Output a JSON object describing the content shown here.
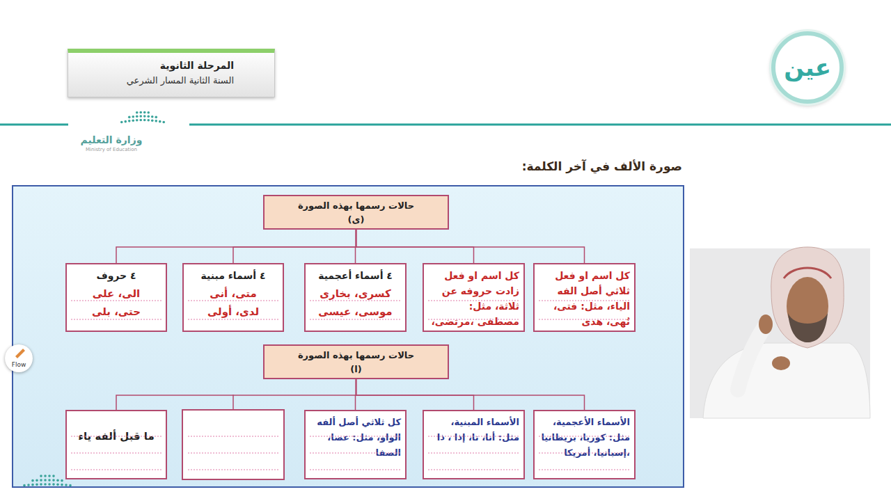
{
  "diagram": {
    "title": "صورة الألف في آخر الكلمة:",
    "nodes": [
      {
        "text": [
          "المرحلة الثانوية",
          "السنة الثانية المسار الشرعي"
        ]
      },
      {
        "text": [
          "عين"
        ]
      },
      {
        "text": [
          "Flow"
        ]
      },
      {
        "text": [
          "حالات رسمها بهذه الصورة",
          "(ى)"
        ]
      },
      {
        "text": [
          "كل اسم او فعل ثلاثي أصل الفه الياء، مثل: فتى، نُهى، هدى"
        ]
      },
      {
        "text": [
          "كل اسم او فعل زادت حروفه عن ثلاثة، مثل: مصطفى ،مرتضى،"
        ]
      },
      {
        "text": [
          "٤ أسماء أعجمية",
          "كسرى، بخارى موسى، عيسى"
        ]
      },
      {
        "text": [
          "٤ أسماء مبنية",
          "متى، أنى لدى، أولى"
        ]
      },
      {
        "text": [
          "٤ حروف",
          "الى، على حتى، بلى"
        ]
      },
      {
        "text": [
          "حالات رسمها بهذه الصورة",
          "(ا)"
        ]
      },
      {
        "text": [
          "الأسماء الأعجمية، مثل: كوريا، بريطانيا ،إسبانيا، أمريكا"
        ]
      },
      {
        "text": [
          "الأسماء المبنية، مثل: أنا، نا، إذا ، ذا"
        ]
      },
      {
        "text": [
          "كل ثلاثي أصل ألفه الواو، مثل: عصا، الصفا"
        ]
      },
      {
        "text": [
          "ما قبل ألفه ياء"
        ]
      }
    ],
    "edges": [
      {
        "from": 3,
        "to": 4,
        "arrow": "none"
      },
      {
        "from": 3,
        "to": 5,
        "arrow": "none"
      },
      {
        "from": 3,
        "to": 6,
        "arrow": "none"
      },
      {
        "from": 3,
        "to": 7,
        "arrow": "none"
      },
      {
        "from": 3,
        "to": 8,
        "arrow": "none"
      },
      {
        "from": 9,
        "to": 10,
        "arrow": "none"
      },
      {
        "from": 9,
        "to": 11,
        "arrow": "none"
      },
      {
        "from": 9,
        "to": 12,
        "arrow": "none"
      },
      {
        "from": 9,
        "to": 13,
        "arrow": "none"
      }
    ],
    "labels": [
      "وزارة التعليم",
      "Ministry of Education"
    ]
  }
}
